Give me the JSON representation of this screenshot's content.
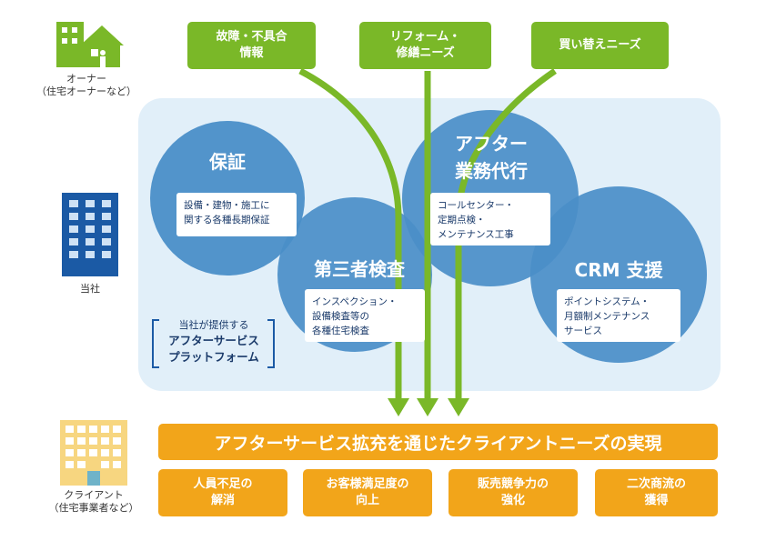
{
  "actors": {
    "owner": {
      "label": "オーナー\n（住宅オーナーなど）"
    },
    "company": {
      "label": "当社"
    },
    "client": {
      "label": "クライアント\n（住宅事業者など）"
    }
  },
  "needs": [
    {
      "label": "故障・不具合\n情報"
    },
    {
      "label": "リフォーム・\n修繕ニーズ"
    },
    {
      "label": "買い替えニーズ"
    }
  ],
  "services": [
    {
      "title": "保証",
      "detail": "設備・建物・施工に\n関する各種長期保証"
    },
    {
      "title": "第三者検査",
      "detail": "インスペクション・\n設備検査等の\n各種住宅検査"
    },
    {
      "title": "アフター\n業務代行",
      "detail": "コールセンター・\n定期点検・\nメンテナンス工事"
    },
    {
      "title": "CRM 支援",
      "detail": "ポイントシステム・\n月額制メンテナンス\nサービス"
    }
  ],
  "platform": {
    "line1": "当社が提供する",
    "line2": "アフターサービス",
    "line3": "プラットフォーム"
  },
  "result": {
    "headline": "アフターサービス拡充を通じたクライアントニーズの実現",
    "items": [
      {
        "label": "人員不足の\n解消"
      },
      {
        "label": "お客様満足度の\n向上"
      },
      {
        "label": "販売競争力の\n強化"
      },
      {
        "label": "二次商流の\n獲得"
      }
    ]
  },
  "colors": {
    "green": "#7ab828",
    "orange": "#f2a51a",
    "circle": "#4a8ec8",
    "panel": "#e1eff9",
    "navy": "#1b5aa5"
  }
}
